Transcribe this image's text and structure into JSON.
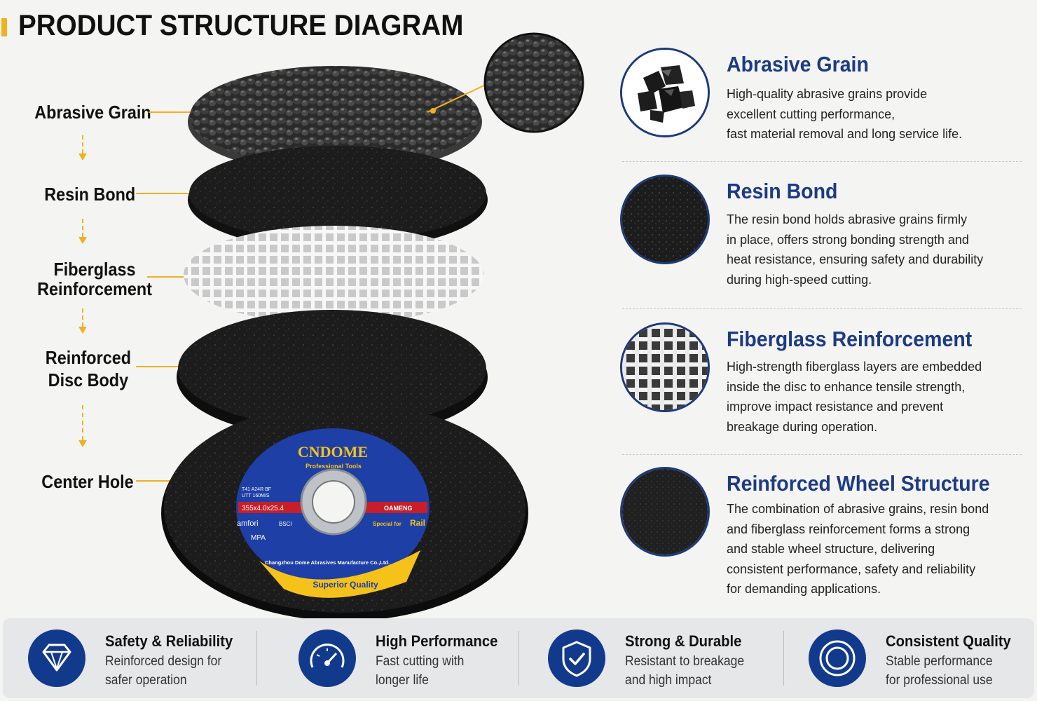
{
  "title": "PRODUCT STRUCTURE DIAGRAM",
  "layers": {
    "abrasive": "Abrasive Grain",
    "resin": "Resin Bond",
    "fiberglass_1": "Fiberglass",
    "fiberglass_2": "Reinforcement",
    "disc_1": "Reinforced",
    "disc_2": "Disc Body",
    "hole": "Center Hole"
  },
  "label": {
    "brand": "CNDOME",
    "tagline": "Professional Tools",
    "spec_code": "T41 A24R BF",
    "spec_speed": "UTT 160M/S",
    "size": "355x4.0x25.4",
    "model": "OAMENG",
    "special_prefix": "Special for",
    "special": "Rail",
    "cert_1": "amfori",
    "cert_2": "BSCI",
    "cert_3": "MPA",
    "maker": "Changzhou Dome Abrasives Manufacture Co.,Ltd.",
    "quality": "Superior Quality"
  },
  "features": [
    {
      "title": "Abrasive Grain",
      "lines": [
        "High-quality abrasive grains provide",
        "excellent cutting performance,",
        "fast material removal and long service life."
      ]
    },
    {
      "title": "Resin Bond",
      "lines": [
        "The resin bond holds abrasive grains firmly",
        "in place, offers strong bonding strength and",
        "heat resistance, ensuring safety and durability",
        "during high-speed cutting."
      ]
    },
    {
      "title": "Fiberglass Reinforcement",
      "lines": [
        "High-strength fiberglass layers are embedded",
        "inside the disc to enhance tensile strength,",
        "improve impact resistance and prevent",
        "breakage during operation."
      ]
    },
    {
      "title": "Reinforced Wheel Structure",
      "lines": [
        "The combination of abrasive grains, resin bond",
        "and fiberglass reinforcement forms a strong",
        "and stable wheel structure, delivering",
        "consistent performance, safety and reliability",
        "for demanding applications."
      ]
    }
  ],
  "benefits": [
    {
      "title": "Safety & Reliability",
      "line1": "Reinforced design for",
      "line2": "safer operation",
      "icon": "diamond-icon"
    },
    {
      "title": "High Performance",
      "line1": "Fast cutting with",
      "line2": "longer life",
      "icon": "gauge-icon"
    },
    {
      "title": "Strong & Durable",
      "line1": "Resistant to breakage",
      "line2": "and high impact",
      "icon": "shield-check-icon"
    },
    {
      "title": "Consistent Quality",
      "line1": "Stable performance",
      "line2": "for professional use",
      "icon": "target-ring-icon"
    }
  ],
  "colors": {
    "accent": "#f2b01e",
    "navy": "#1c3b86",
    "label_blue": "#1d3fa6",
    "label_red": "#c81e2a",
    "label_yellow": "#f5c21a"
  }
}
